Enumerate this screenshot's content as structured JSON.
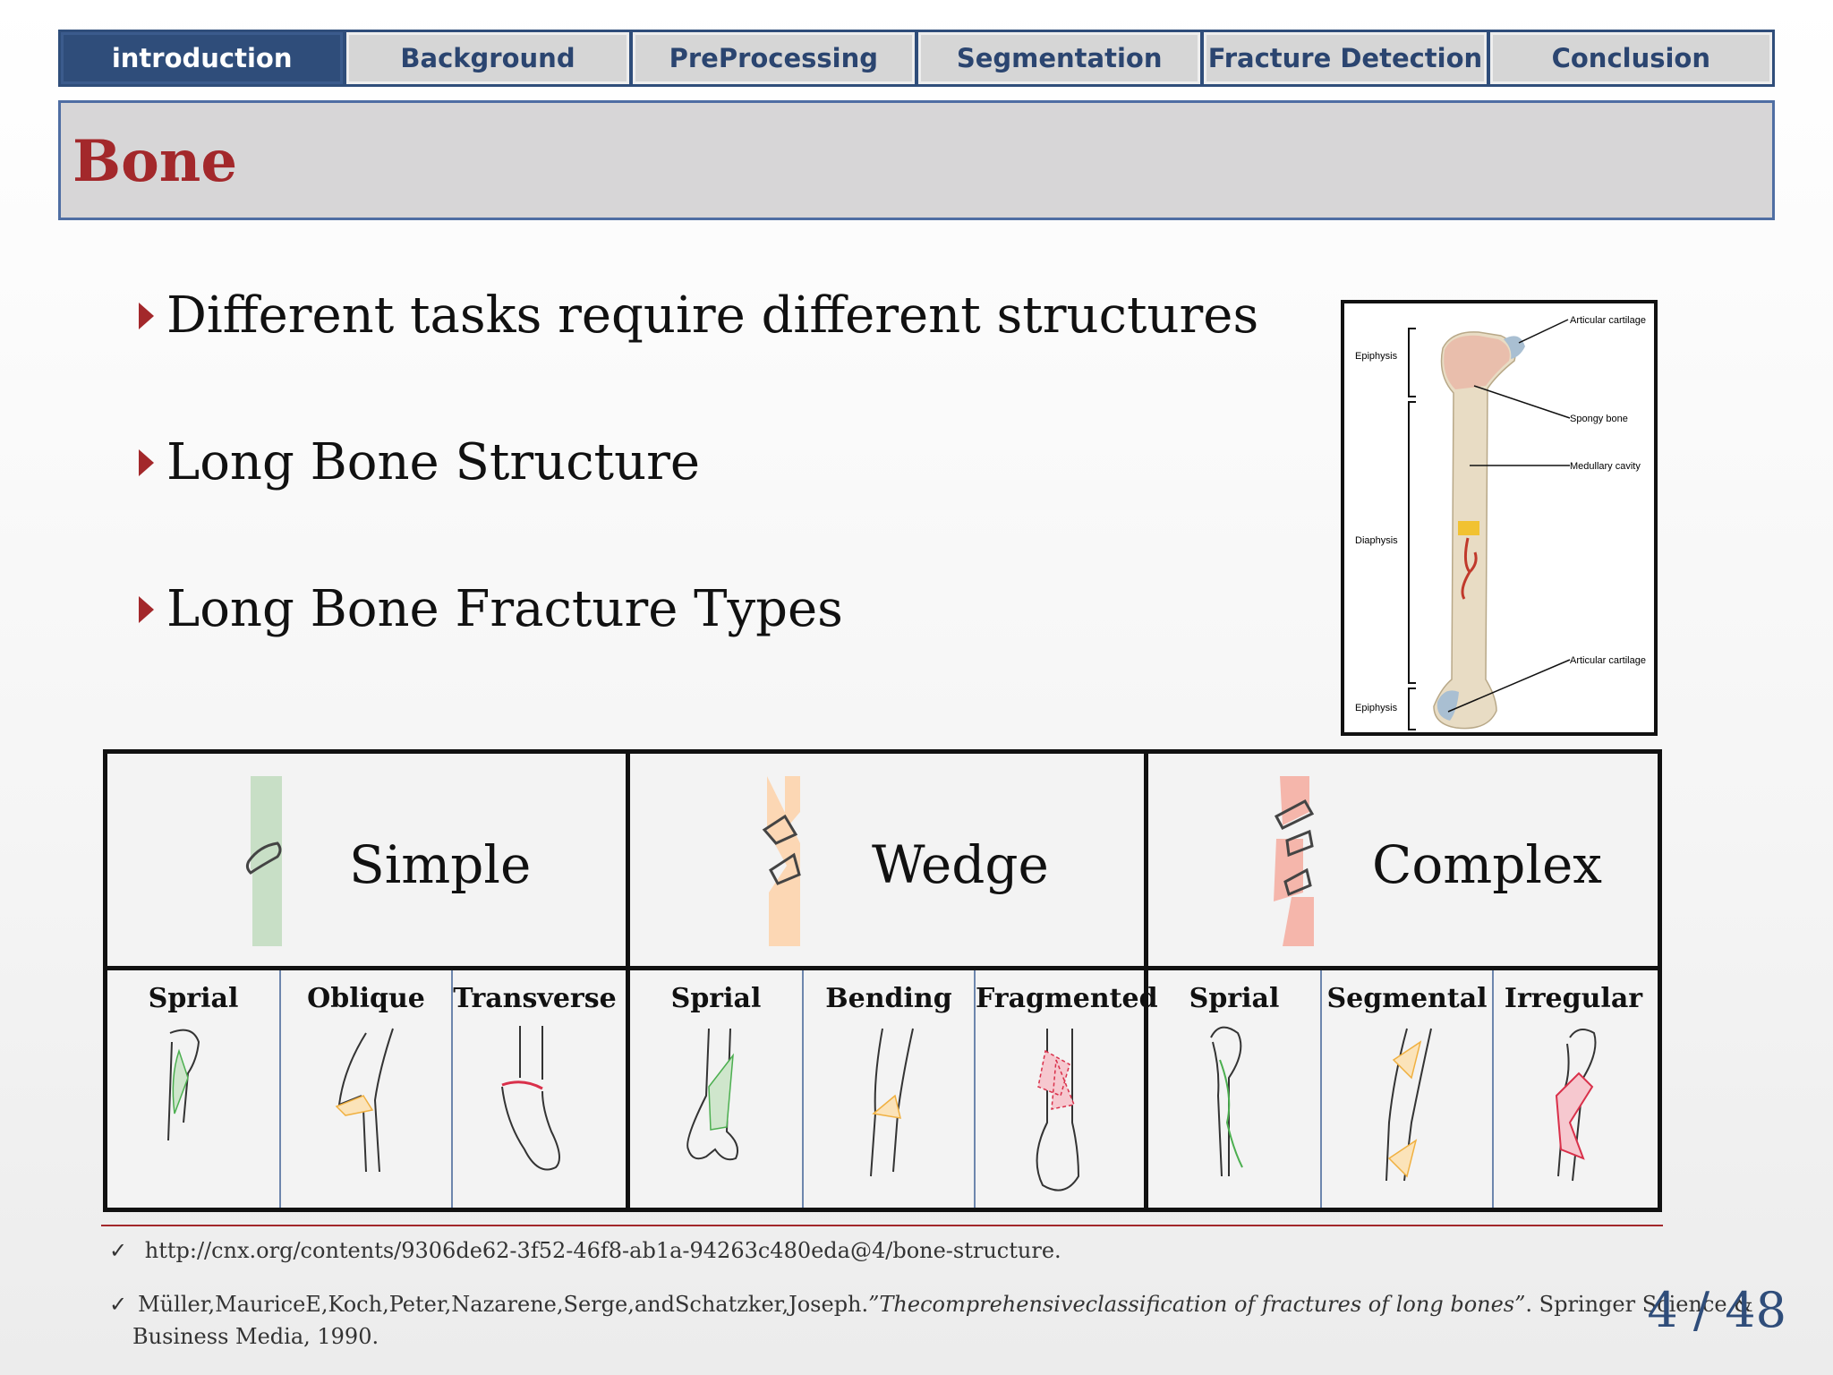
{
  "nav": {
    "tabs": [
      {
        "label": "introduction",
        "active": true
      },
      {
        "label": "Background",
        "active": false
      },
      {
        "label": "PreProcessing",
        "active": false
      },
      {
        "label": "Segmentation",
        "active": false
      },
      {
        "label": "Fracture Detection",
        "active": false
      },
      {
        "label": "Conclusion",
        "active": false
      }
    ]
  },
  "slide": {
    "title": "Bone",
    "bullets": [
      "Different tasks require different structures",
      "Long Bone Structure",
      "Long Bone Fracture Types"
    ]
  },
  "bone_diagram": {
    "labels": {
      "epiphysis_top": "Epiphysis",
      "diaphysis": "Diaphysis",
      "epiphysis_bottom": "Epiphysis",
      "articular_top": "Articular cartilage",
      "spongy": "Spongy bone",
      "medullary": "Medullary cavity",
      "articular_bottom": "Articular cartilage"
    }
  },
  "fracture_table": {
    "groups": [
      {
        "name": "Simple",
        "color": "#c8dfc6",
        "subtypes": [
          "Sprial",
          "Oblique",
          "Transverse"
        ]
      },
      {
        "name": "Wedge",
        "color": "#fcd7b4",
        "subtypes": [
          "Sprial",
          "Bending",
          "Fragmented"
        ]
      },
      {
        "name": "Complex",
        "color": "#f5b6ab",
        "subtypes": [
          "Sprial",
          "Segmental",
          "Irregular"
        ]
      }
    ]
  },
  "footer": {
    "ref1": "http://cnx.org/contents/9306de62-3f52-46f8-ab1a-94263c480eda@4/bone-structure.",
    "ref2_authors": "Müller,MauriceE,Koch,Peter,Nazarene,Serge,andSchatzker,Joseph.",
    "ref2_title": "”Thecomprehensiveclassification of fractures of long bones”",
    "ref2_rest": ". Springer Science &",
    "ref2_line2": "Business Media, 1990.",
    "check": "✓"
  },
  "page": {
    "current": "4",
    "sep": "/",
    "total": "48"
  },
  "colors": {
    "accent_red": "#a3282b",
    "nav_blue": "#2f4d7a",
    "green": "#4caf50",
    "orange": "#f0b040",
    "red": "#d9304a"
  }
}
